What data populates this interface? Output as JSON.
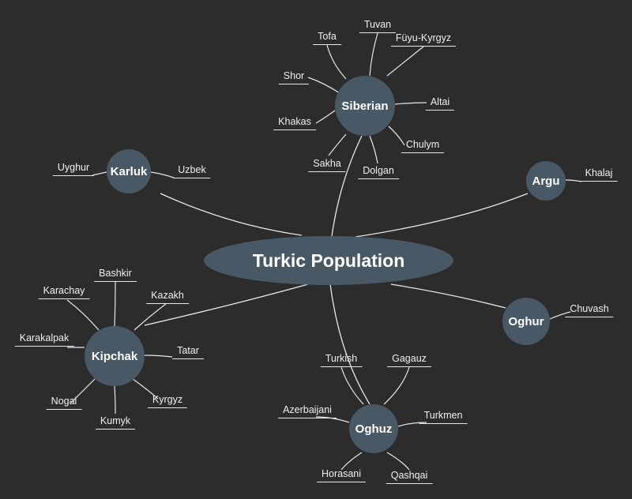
{
  "diagram": {
    "root": "Turkic Population",
    "branches": [
      {
        "name": "Siberian",
        "leaves": [
          "Tofa",
          "Tuvan",
          "Füyu-Kyrgyz",
          "Shor",
          "Altai",
          "Khakas",
          "Chulym",
          "Sakha",
          "Dolgan"
        ]
      },
      {
        "name": "Karluk",
        "leaves": [
          "Uyghur",
          "Uzbek"
        ]
      },
      {
        "name": "Argu",
        "leaves": [
          "Khalaj"
        ]
      },
      {
        "name": "Kipchak",
        "leaves": [
          "Bashkir",
          "Karachay",
          "Kazakh",
          "Karakalpak",
          "Tatar",
          "Nogai",
          "Kyrgyz",
          "Kumyk"
        ]
      },
      {
        "name": "Oghur",
        "leaves": [
          "Chuvash"
        ]
      },
      {
        "name": "Oghuz",
        "leaves": [
          "Turkish",
          "Gagauz",
          "Azerbaijani",
          "Turkmen",
          "Horasani",
          "Qashqai"
        ]
      }
    ]
  },
  "colors": {
    "background": "#2b2c2b",
    "node_fill": "#485864",
    "line": "#e8e8e8",
    "text": "#ffffff"
  }
}
